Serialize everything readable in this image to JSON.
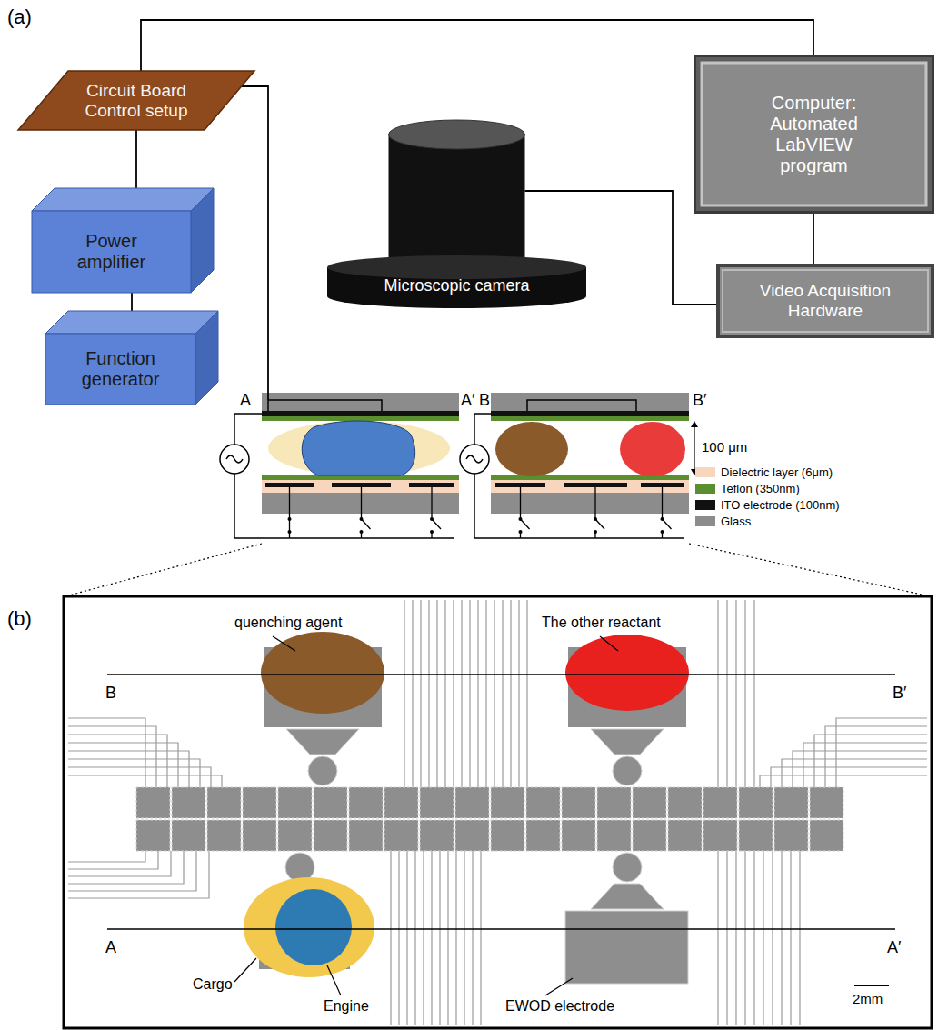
{
  "diagram": {
    "nodes": [
      {
        "text": [
          "Circuit Board Control setup"
        ]
      },
      {
        "text": [
          "Computer: Automated LabVIEW program"
        ]
      },
      {
        "text": [
          "Microscopic camera"
        ]
      },
      {
        "text": [
          "Power amplifier"
        ]
      },
      {
        "text": [
          "Video Acquisition Hardware"
        ]
      },
      {
        "text": [
          "Function generator"
        ]
      }
    ],
    "edges": [
      {
        "from": 0,
        "to": 1,
        "arrow": "none"
      },
      {
        "from": 0,
        "to": 3,
        "arrow": "none"
      },
      {
        "from": 3,
        "to": 5,
        "arrow": "none"
      },
      {
        "from": 2,
        "to": 4,
        "arrow": "none"
      },
      {
        "from": 1,
        "to": 4,
        "arrow": "none"
      }
    ],
    "labels": [
      "(a)",
      "A",
      "A′",
      "B",
      "B′",
      "100 μm",
      "(b)",
      "quenching agent",
      "The other reactant",
      "B",
      "B′",
      "A",
      "A′",
      "Cargo",
      "Engine",
      "EWOD electrode",
      "2mm"
    ],
    "legend": [
      {
        "text": "Dielectric layer (6μm)",
        "color": "#f8d5bd"
      },
      {
        "text": "Teflon (350nm)",
        "color": "#5b8e2f"
      },
      {
        "text": "ITO electrode (100nm)",
        "color": "#111111"
      },
      {
        "text": "Glass",
        "color": "#8c8c8c"
      }
    ]
  }
}
